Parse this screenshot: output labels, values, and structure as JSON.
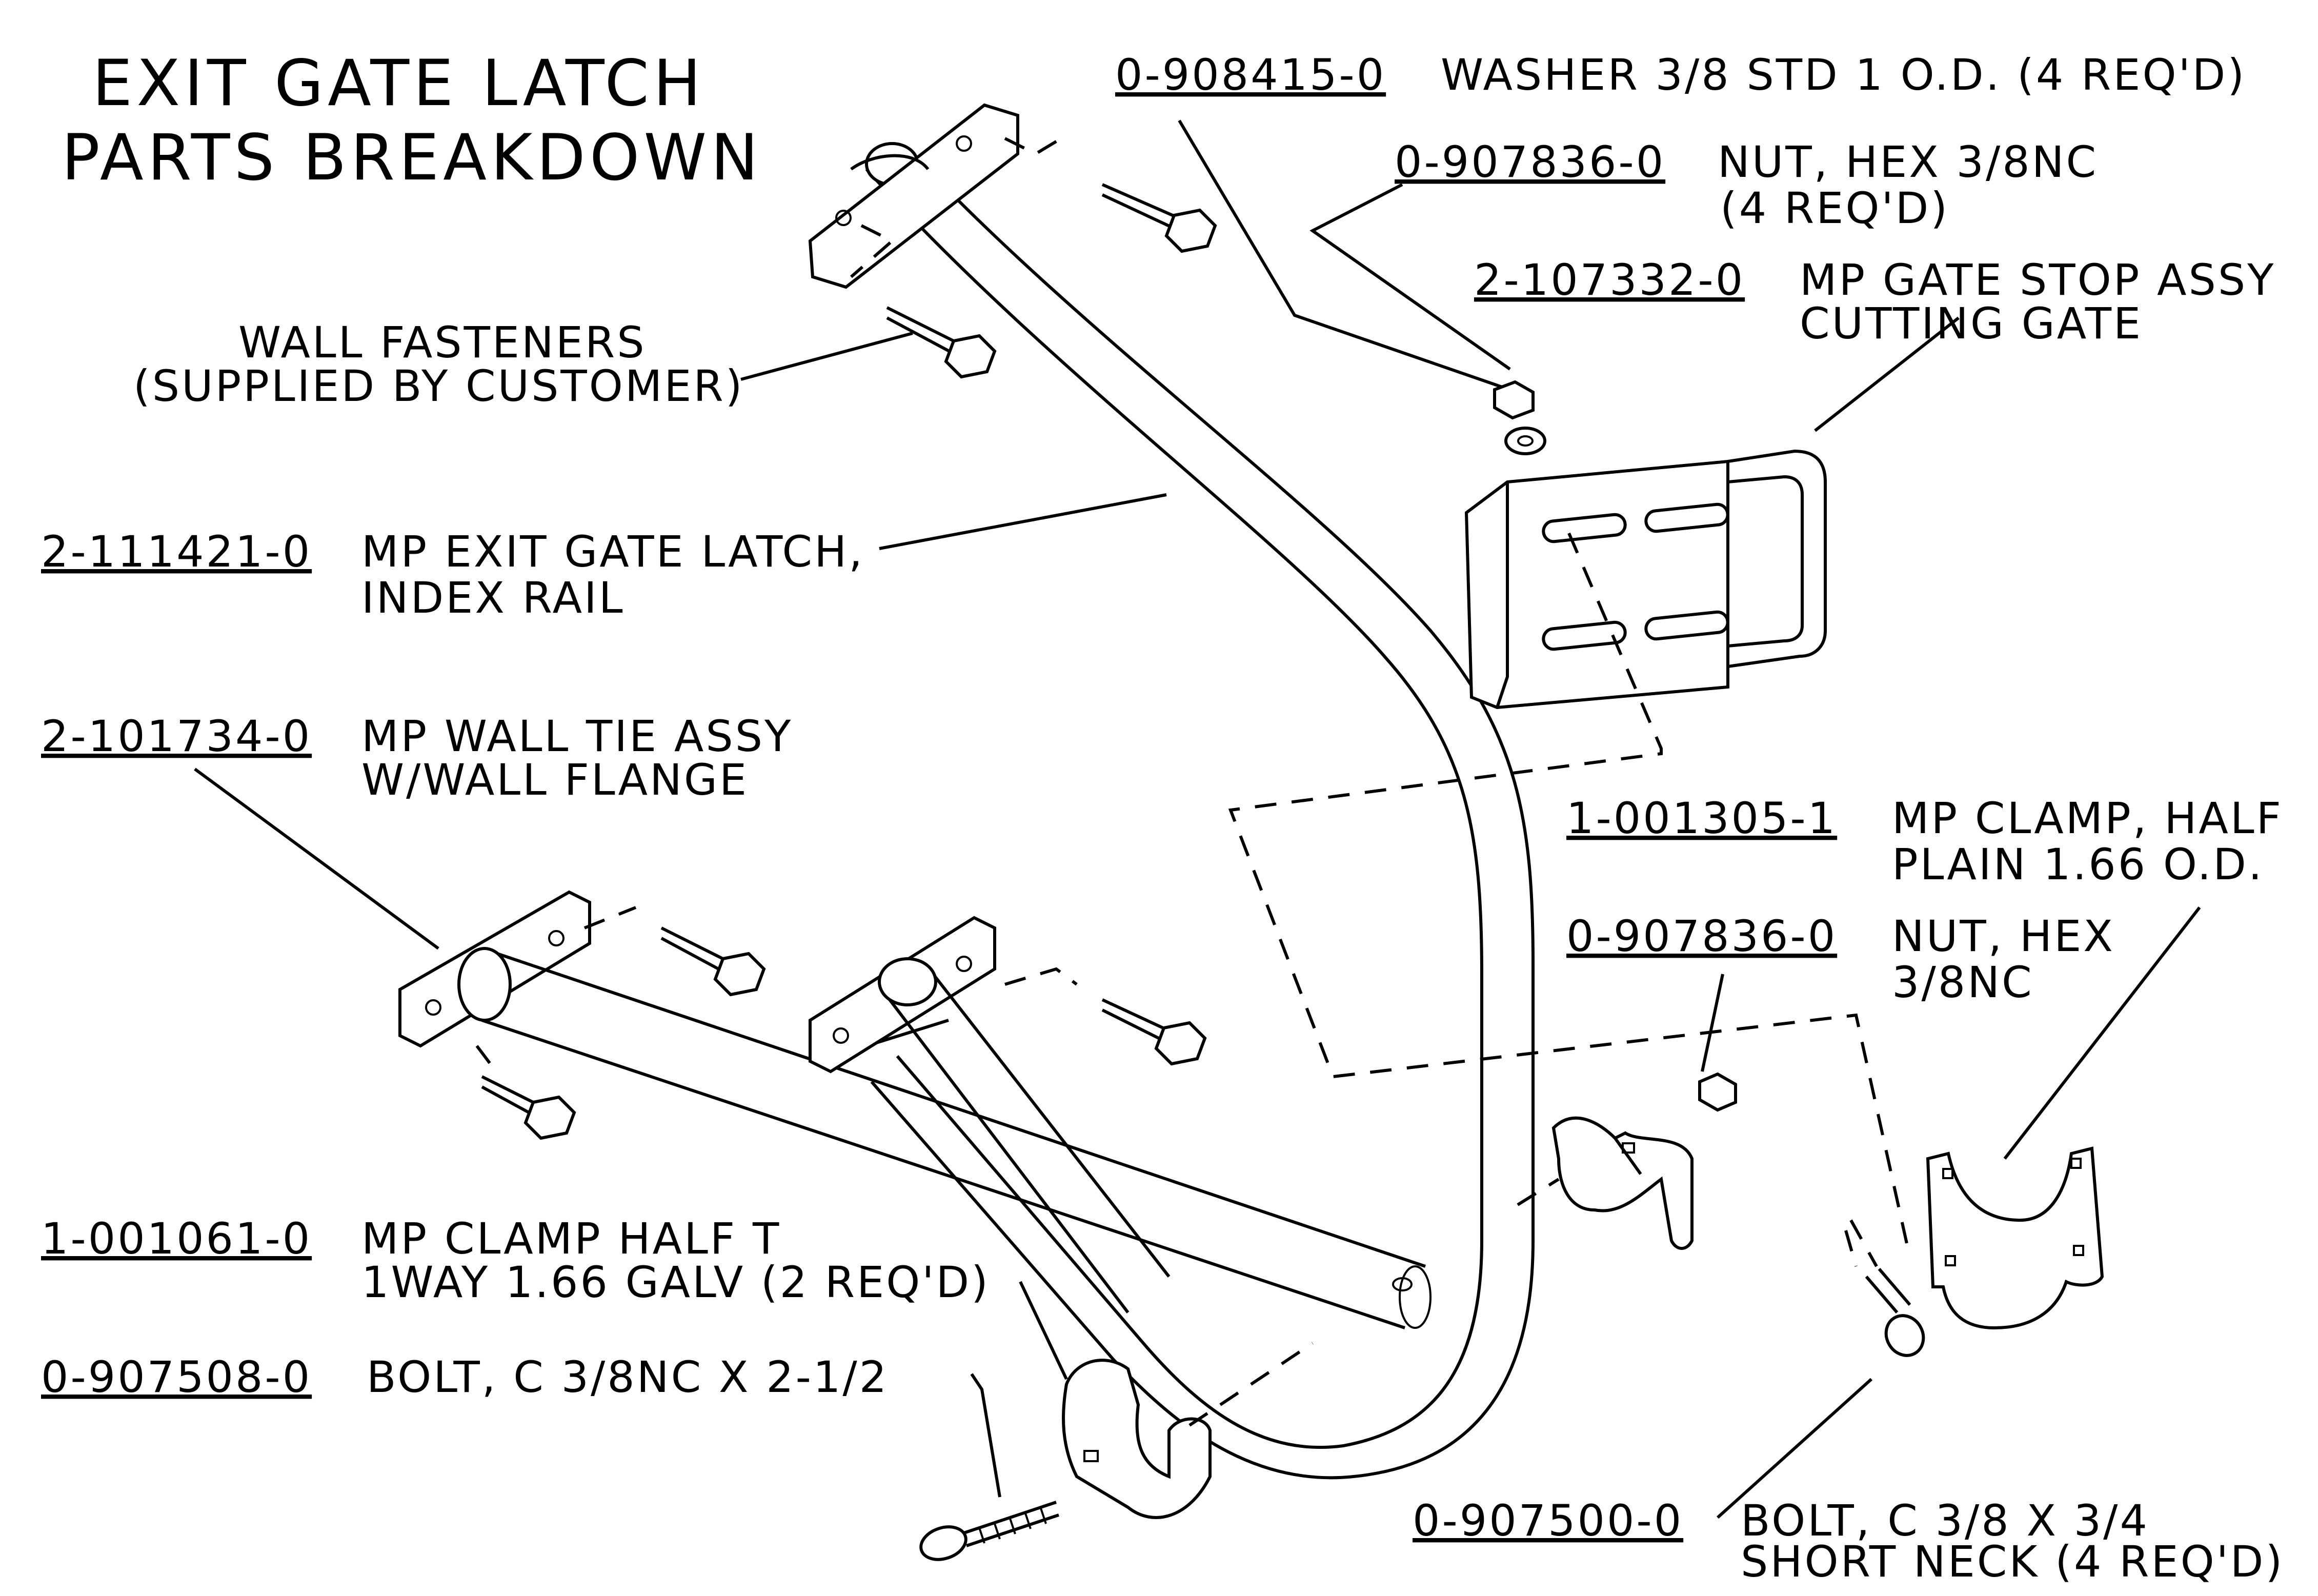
{
  "title": {
    "line1": "EXIT GATE LATCH",
    "line2": "PARTS BREAKDOWN"
  },
  "callouts": {
    "wall_fasteners": {
      "line1": "WALL FASTENERS",
      "line2": "(SUPPLIED BY CUSTOMER)"
    },
    "index_rail": {
      "part_number": "2-111421-0",
      "line1": "MP EXIT GATE LATCH,",
      "line2": "INDEX RAIL"
    },
    "wall_tie": {
      "part_number": "2-101734-0",
      "line1": "MP WALL TIE ASSY",
      "line2": "W/WALL FLANGE"
    },
    "clamp_half_t": {
      "part_number": "1-001061-0",
      "line1": "MP CLAMP HALF T",
      "line2": "1WAY 1.66 GALV (2 REQ'D)"
    },
    "bolt_2_half": {
      "part_number": "0-907508-0",
      "line1": "BOLT, C 3/8NC X 2-1/2"
    },
    "washer": {
      "part_number": "0-908415-0",
      "line1": "WASHER 3/8 STD 1 O.D. (4 REQ'D)"
    },
    "nut_4": {
      "part_number": "0-907836-0",
      "line1": "NUT, HEX 3/8NC",
      "line2": "(4 REQ'D)"
    },
    "gate_stop": {
      "part_number": "2-107332-0",
      "line1": "MP GATE STOP ASSY",
      "line2": "CUTTING GATE"
    },
    "clamp_half_plain": {
      "part_number": "1-001305-1",
      "line1": "MP CLAMP, HALF",
      "line2": "PLAIN 1.66 O.D."
    },
    "nut_single": {
      "part_number": "0-907836-0",
      "line1": "NUT, HEX",
      "line2": "3/8NC"
    },
    "bolt_short_neck": {
      "part_number": "0-907500-0",
      "line1": "BOLT, C 3/8 X 3/4",
      "line2": "SHORT NECK (4 REQ'D)"
    }
  }
}
